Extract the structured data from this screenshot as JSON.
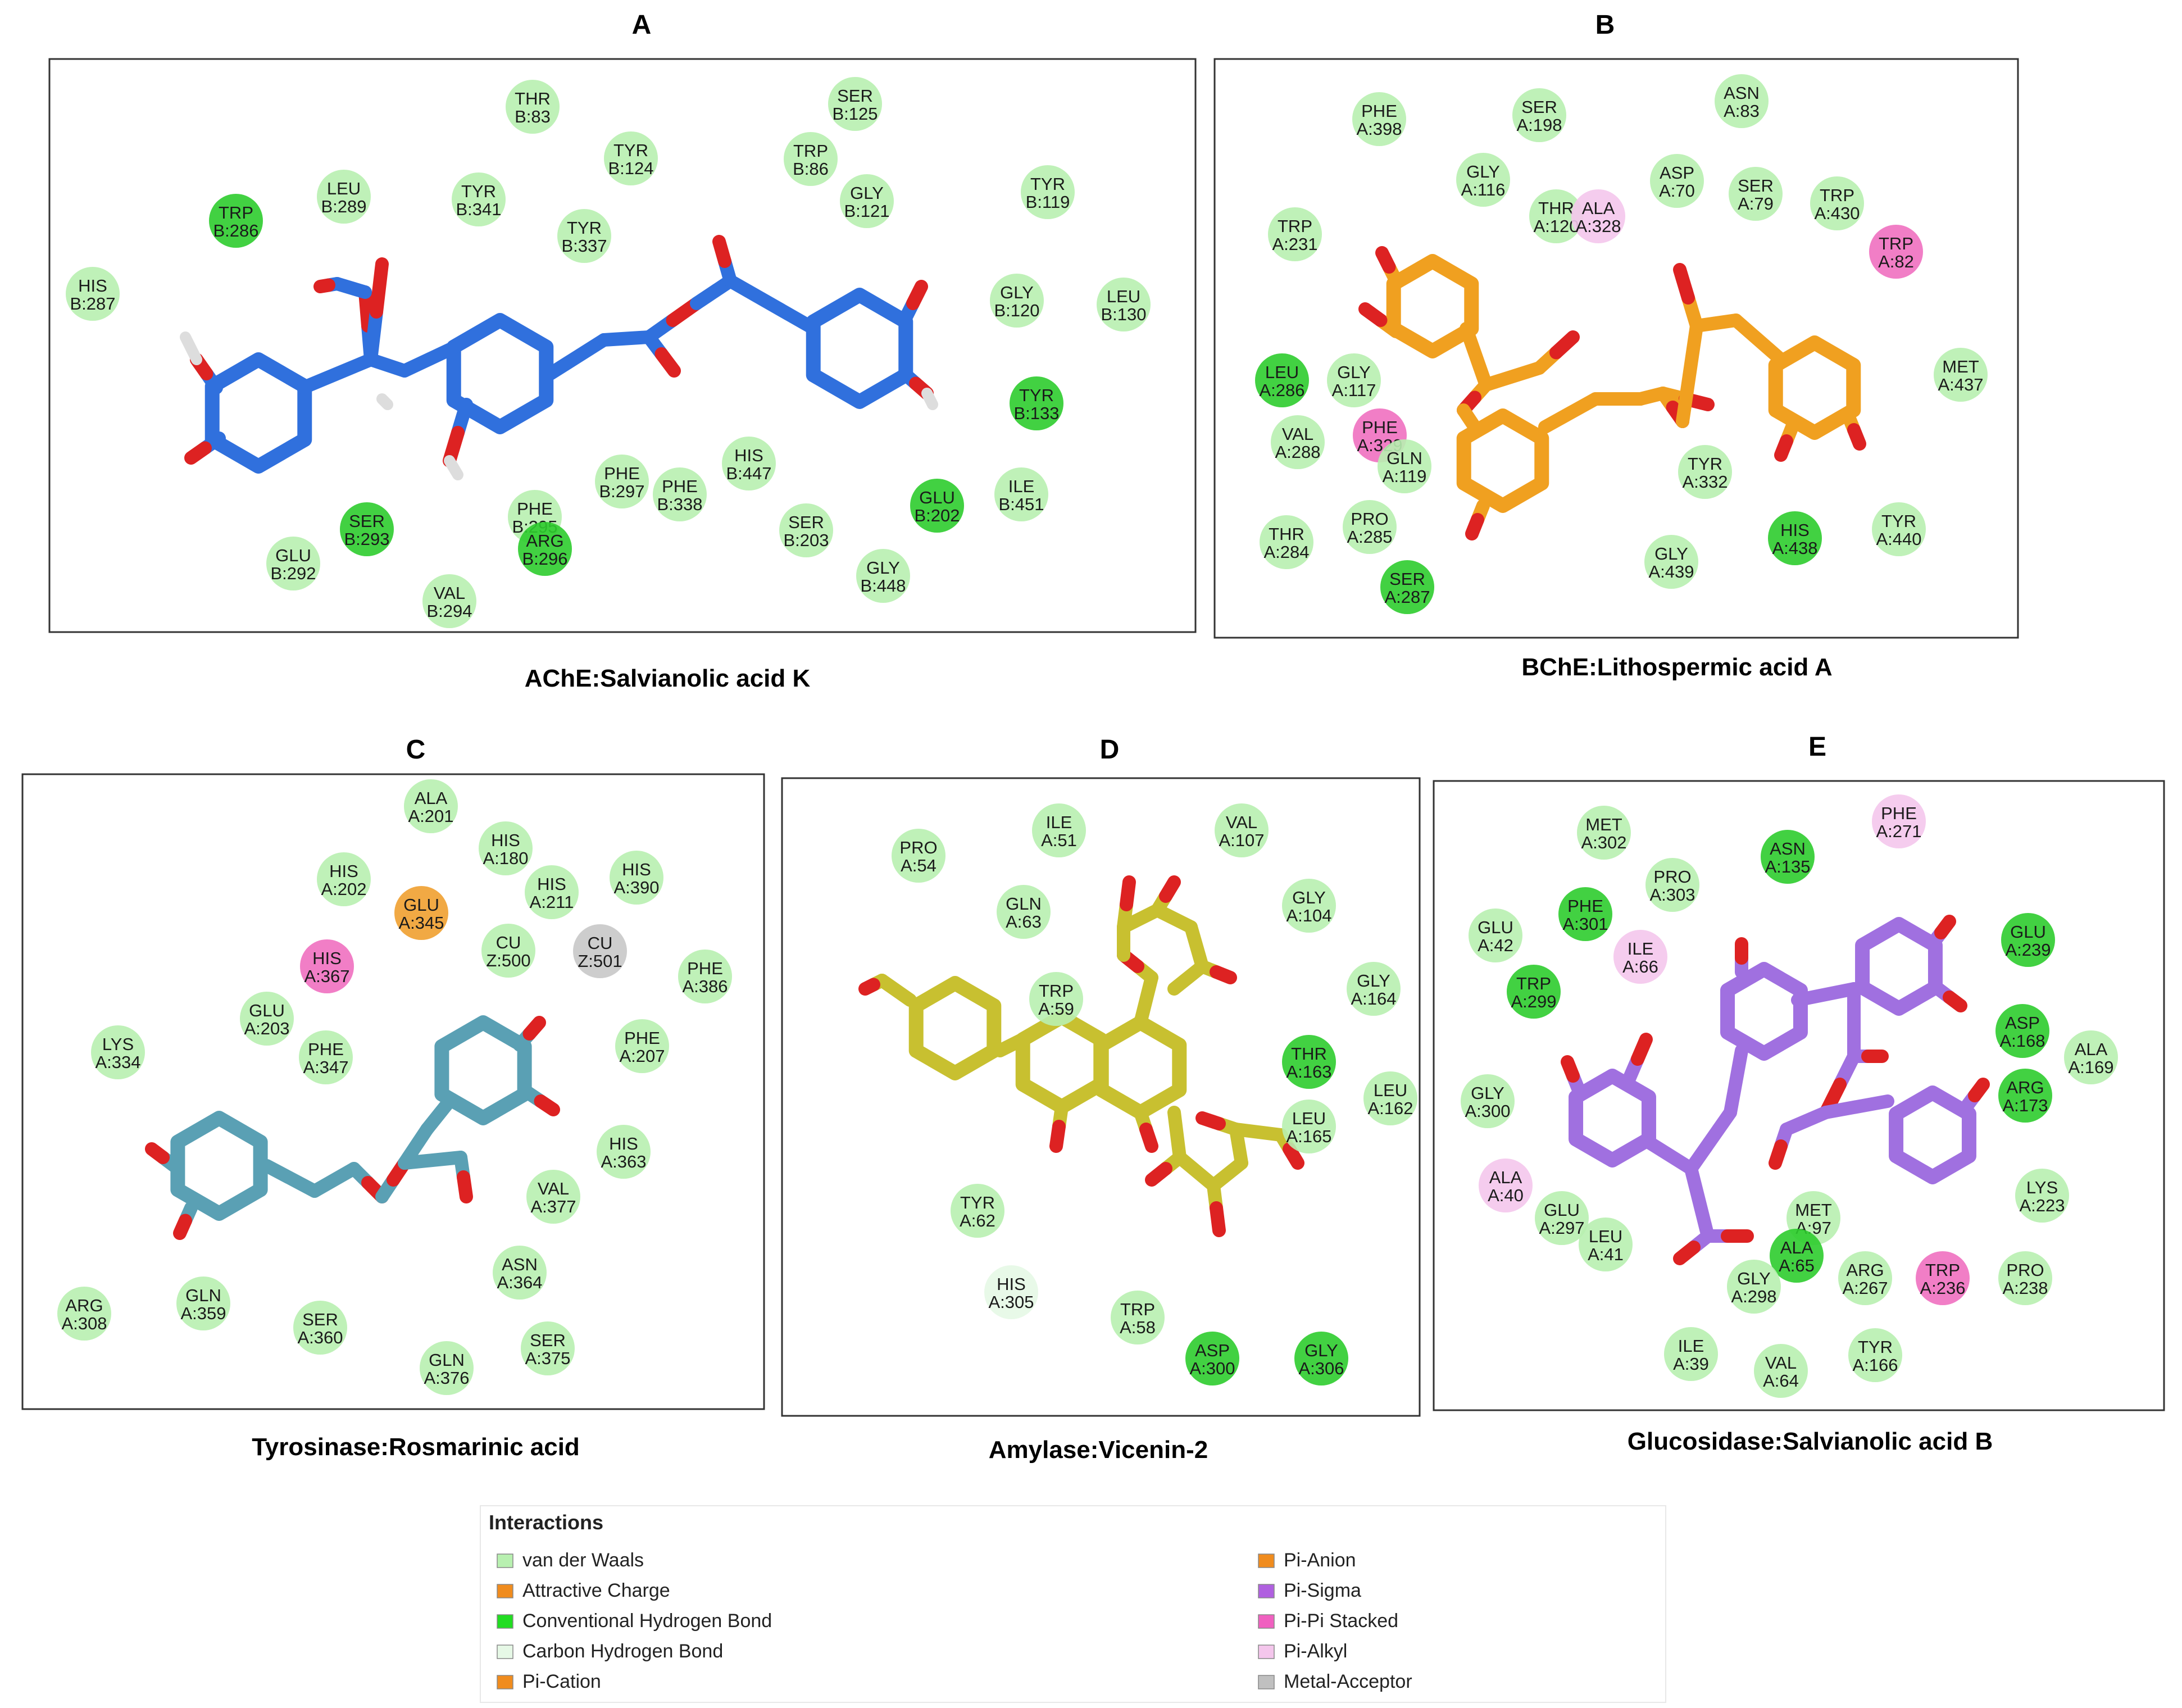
{
  "colors": {
    "vdw": "#b8f0b0",
    "hbond": "#2ecc2e",
    "carbon_hbond": "#e6f8e6",
    "pi_stacked": "#f070c0",
    "pi_alkyl": "#f4c6ec",
    "pi_anion": "#f0a030",
    "metal": "#c8c8c8"
  },
  "panels": [
    {
      "letter": "A",
      "caption": "AChE:Salvianolic acid K",
      "ligand_color": "#3070dd",
      "residues": [
        {
          "l1": "THR",
          "l2": "B:83",
          "kind": "vdw"
        },
        {
          "l1": "SER",
          "l2": "B:125",
          "kind": "vdw"
        },
        {
          "l1": "TYR",
          "l2": "B:124",
          "kind": "vdw"
        },
        {
          "l1": "TRP",
          "l2": "B:86",
          "kind": "vdw"
        },
        {
          "l1": "GLY",
          "l2": "B:121",
          "kind": "vdw"
        },
        {
          "l1": "LEU",
          "l2": "B:289",
          "kind": "vdw"
        },
        {
          "l1": "TYR",
          "l2": "B:341",
          "kind": "vdw"
        },
        {
          "l1": "TYR",
          "l2": "B:119",
          "kind": "vdw"
        },
        {
          "l1": "TRP",
          "l2": "B:286",
          "kind": "hbond"
        },
        {
          "l1": "TYR",
          "l2": "B:337",
          "kind": "vdw"
        },
        {
          "l1": "HIS",
          "l2": "B:287",
          "kind": "vdw"
        },
        {
          "l1": "GLY",
          "l2": "B:120",
          "kind": "vdw"
        },
        {
          "l1": "LEU",
          "l2": "B:130",
          "kind": "vdw"
        },
        {
          "l1": "TYR",
          "l2": "B:133",
          "kind": "hbond"
        },
        {
          "l1": "HIS",
          "l2": "B:447",
          "kind": "vdw"
        },
        {
          "l1": "PHE",
          "l2": "B:297",
          "kind": "vdw"
        },
        {
          "l1": "PHE",
          "l2": "B:338",
          "kind": "vdw"
        },
        {
          "l1": "GLU",
          "l2": "B:202",
          "kind": "hbond"
        },
        {
          "l1": "ILE",
          "l2": "B:451",
          "kind": "vdw"
        },
        {
          "l1": "SER",
          "l2": "B:293",
          "kind": "hbond"
        },
        {
          "l1": "PHE",
          "l2": "B:295",
          "kind": "vdw"
        },
        {
          "l1": "ARG",
          "l2": "B:296",
          "kind": "hbond"
        },
        {
          "l1": "SER",
          "l2": "B:203",
          "kind": "vdw"
        },
        {
          "l1": "GLU",
          "l2": "B:292",
          "kind": "vdw"
        },
        {
          "l1": "VAL",
          "l2": "B:294",
          "kind": "vdw"
        },
        {
          "l1": "GLY",
          "l2": "B:448",
          "kind": "vdw"
        }
      ]
    },
    {
      "letter": "B",
      "caption": "BChE:Lithospermic acid A",
      "ligand_color": "#f0a020",
      "residues": [
        {
          "l1": "ASN",
          "l2": "A:83",
          "kind": "vdw"
        },
        {
          "l1": "PHE",
          "l2": "A:398",
          "kind": "vdw"
        },
        {
          "l1": "SER",
          "l2": "A:198",
          "kind": "vdw"
        },
        {
          "l1": "GLY",
          "l2": "A:116",
          "kind": "vdw"
        },
        {
          "l1": "ASP",
          "l2": "A:70",
          "kind": "vdw"
        },
        {
          "l1": "SER",
          "l2": "A:79",
          "kind": "vdw"
        },
        {
          "l1": "TRP",
          "l2": "A:430",
          "kind": "vdw"
        },
        {
          "l1": "THR",
          "l2": "A:120",
          "kind": "vdw"
        },
        {
          "l1": "ALA",
          "l2": "A:328",
          "kind": "pi_alkyl"
        },
        {
          "l1": "TRP",
          "l2": "A:231",
          "kind": "vdw"
        },
        {
          "l1": "TRP",
          "l2": "A:82",
          "kind": "pi_stacked"
        },
        {
          "l1": "MET",
          "l2": "A:437",
          "kind": "vdw"
        },
        {
          "l1": "LEU",
          "l2": "A:286",
          "kind": "hbond"
        },
        {
          "l1": "GLY",
          "l2": "A:117",
          "kind": "vdw"
        },
        {
          "l1": "VAL",
          "l2": "A:288",
          "kind": "vdw"
        },
        {
          "l1": "PHE",
          "l2": "A:329",
          "kind": "pi_stacked"
        },
        {
          "l1": "GLN",
          "l2": "A:119",
          "kind": "vdw"
        },
        {
          "l1": "TYR",
          "l2": "A:332",
          "kind": "vdw"
        },
        {
          "l1": "HIS",
          "l2": "A:438",
          "kind": "hbond"
        },
        {
          "l1": "TYR",
          "l2": "A:440",
          "kind": "vdw"
        },
        {
          "l1": "THR",
          "l2": "A:284",
          "kind": "vdw"
        },
        {
          "l1": "PRO",
          "l2": "A:285",
          "kind": "vdw"
        },
        {
          "l1": "GLY",
          "l2": "A:439",
          "kind": "vdw"
        },
        {
          "l1": "SER",
          "l2": "A:287",
          "kind": "hbond"
        }
      ]
    },
    {
      "letter": "C",
      "caption": "Tyrosinase:Rosmarinic acid",
      "ligand_color": "#5aa0b4",
      "residues": [
        {
          "l1": "ALA",
          "l2": "A:201",
          "kind": "vdw"
        },
        {
          "l1": "HIS",
          "l2": "A:202",
          "kind": "vdw"
        },
        {
          "l1": "HIS",
          "l2": "A:180",
          "kind": "vdw"
        },
        {
          "l1": "HIS",
          "l2": "A:390",
          "kind": "vdw"
        },
        {
          "l1": "GLU",
          "l2": "A:345",
          "kind": "pi_anion"
        },
        {
          "l1": "HIS",
          "l2": "A:211",
          "kind": "vdw"
        },
        {
          "l1": "CU",
          "l2": "Z:500",
          "kind": "vdw"
        },
        {
          "l1": "CU",
          "l2": "Z:501",
          "kind": "metal"
        },
        {
          "l1": "HIS",
          "l2": "A:367",
          "kind": "pi_stacked"
        },
        {
          "l1": "PHE",
          "l2": "A:386",
          "kind": "vdw"
        },
        {
          "l1": "GLU",
          "l2": "A:203",
          "kind": "vdw"
        },
        {
          "l1": "LYS",
          "l2": "A:334",
          "kind": "vdw"
        },
        {
          "l1": "PHE",
          "l2": "A:347",
          "kind": "vdw"
        },
        {
          "l1": "PHE",
          "l2": "A:207",
          "kind": "vdw"
        },
        {
          "l1": "HIS",
          "l2": "A:363",
          "kind": "vdw"
        },
        {
          "l1": "VAL",
          "l2": "A:377",
          "kind": "vdw"
        },
        {
          "l1": "ASN",
          "l2": "A:364",
          "kind": "vdw"
        },
        {
          "l1": "ARG",
          "l2": "A:308",
          "kind": "vdw"
        },
        {
          "l1": "GLN",
          "l2": "A:359",
          "kind": "vdw"
        },
        {
          "l1": "SER",
          "l2": "A:360",
          "kind": "vdw"
        },
        {
          "l1": "SER",
          "l2": "A:375",
          "kind": "vdw"
        },
        {
          "l1": "GLN",
          "l2": "A:376",
          "kind": "vdw"
        }
      ]
    },
    {
      "letter": "D",
      "caption": "Amylase:Vicenin-2",
      "ligand_color": "#c8c030",
      "residues": [
        {
          "l1": "PRO",
          "l2": "A:54",
          "kind": "vdw"
        },
        {
          "l1": "ILE",
          "l2": "A:51",
          "kind": "vdw"
        },
        {
          "l1": "VAL",
          "l2": "A:107",
          "kind": "vdw"
        },
        {
          "l1": "GLN",
          "l2": "A:63",
          "kind": "vdw"
        },
        {
          "l1": "GLY",
          "l2": "A:104",
          "kind": "vdw"
        },
        {
          "l1": "TRP",
          "l2": "A:59",
          "kind": "vdw"
        },
        {
          "l1": "GLY",
          "l2": "A:164",
          "kind": "vdw"
        },
        {
          "l1": "THR",
          "l2": "A:163",
          "kind": "hbond"
        },
        {
          "l1": "LEU",
          "l2": "A:162",
          "kind": "vdw"
        },
        {
          "l1": "LEU",
          "l2": "A:165",
          "kind": "vdw"
        },
        {
          "l1": "TYR",
          "l2": "A:62",
          "kind": "vdw"
        },
        {
          "l1": "HIS",
          "l2": "A:305",
          "kind": "carbon_hbond"
        },
        {
          "l1": "TRP",
          "l2": "A:58",
          "kind": "vdw"
        },
        {
          "l1": "ASP",
          "l2": "A:300",
          "kind": "hbond"
        },
        {
          "l1": "GLY",
          "l2": "A:306",
          "kind": "hbond"
        }
      ]
    },
    {
      "letter": "E",
      "caption": "Glucosidase:Salvianolic acid B",
      "ligand_color": "#a070e0",
      "residues": [
        {
          "l1": "MET",
          "l2": "A:302",
          "kind": "vdw"
        },
        {
          "l1": "ASN",
          "l2": "A:135",
          "kind": "hbond"
        },
        {
          "l1": "PHE",
          "l2": "A:271",
          "kind": "pi_alkyl"
        },
        {
          "l1": "PRO",
          "l2": "A:303",
          "kind": "vdw"
        },
        {
          "l1": "PHE",
          "l2": "A:301",
          "kind": "hbond"
        },
        {
          "l1": "GLU",
          "l2": "A:42",
          "kind": "vdw"
        },
        {
          "l1": "ILE",
          "l2": "A:66",
          "kind": "pi_alkyl"
        },
        {
          "l1": "GLU",
          "l2": "A:239",
          "kind": "hbond"
        },
        {
          "l1": "TRP",
          "l2": "A:299",
          "kind": "hbond"
        },
        {
          "l1": "ASP",
          "l2": "A:168",
          "kind": "hbond"
        },
        {
          "l1": "ALA",
          "l2": "A:169",
          "kind": "vdw"
        },
        {
          "l1": "ARG",
          "l2": "A:173",
          "kind": "hbond"
        },
        {
          "l1": "GLY",
          "l2": "A:300",
          "kind": "vdw"
        },
        {
          "l1": "ALA",
          "l2": "A:40",
          "kind": "pi_alkyl"
        },
        {
          "l1": "LYS",
          "l2": "A:223",
          "kind": "vdw"
        },
        {
          "l1": "GLU",
          "l2": "A:297",
          "kind": "vdw"
        },
        {
          "l1": "MET",
          "l2": "A:97",
          "kind": "vdw"
        },
        {
          "l1": "LEU",
          "l2": "A:41",
          "kind": "vdw"
        },
        {
          "l1": "ALA",
          "l2": "A:65",
          "kind": "hbond"
        },
        {
          "l1": "GLY",
          "l2": "A:298",
          "kind": "vdw"
        },
        {
          "l1": "ARG",
          "l2": "A:267",
          "kind": "vdw"
        },
        {
          "l1": "TRP",
          "l2": "A:236",
          "kind": "pi_stacked"
        },
        {
          "l1": "PRO",
          "l2": "A:238",
          "kind": "vdw"
        },
        {
          "l1": "ILE",
          "l2": "A:39",
          "kind": "vdw"
        },
        {
          "l1": "VAL",
          "l2": "A:64",
          "kind": "vdw"
        },
        {
          "l1": "TYR",
          "l2": "A:166",
          "kind": "vdw"
        }
      ]
    }
  ],
  "legend": {
    "title": "Interactions",
    "items": [
      {
        "label": "van der Waals",
        "color": "#b8f0b0"
      },
      {
        "label": "Attractive Charge",
        "color": "#f08c1e"
      },
      {
        "label": "Conventional Hydrogen Bond",
        "color": "#22dd22"
      },
      {
        "label": "Carbon Hydrogen Bond",
        "color": "#e6f8e6"
      },
      {
        "label": "Pi-Cation",
        "color": "#f08c1e"
      },
      {
        "label": "Pi-Anion",
        "color": "#f08c1e"
      },
      {
        "label": "Pi-Sigma",
        "color": "#b060e0"
      },
      {
        "label": "Pi-Pi Stacked",
        "color": "#f060c0"
      },
      {
        "label": "Pi-Alkyl",
        "color": "#f4c6ec"
      },
      {
        "label": "Metal-Acceptor",
        "color": "#c0c0c0"
      }
    ]
  }
}
